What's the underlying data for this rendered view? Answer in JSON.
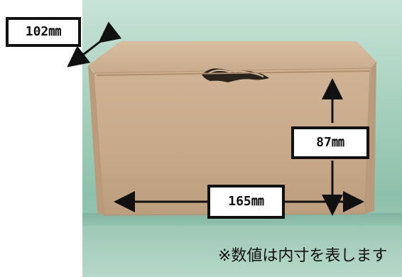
{
  "photo": {
    "background_color": "#a5cfbd",
    "box_color": "#c8aa8a",
    "box_shadow_color": "#b89878",
    "arrow_color": "#111111"
  },
  "labels": {
    "depth": "102㎜",
    "height": "87㎜",
    "width": "165㎜"
  },
  "note": "※数値は内寸を表します"
}
